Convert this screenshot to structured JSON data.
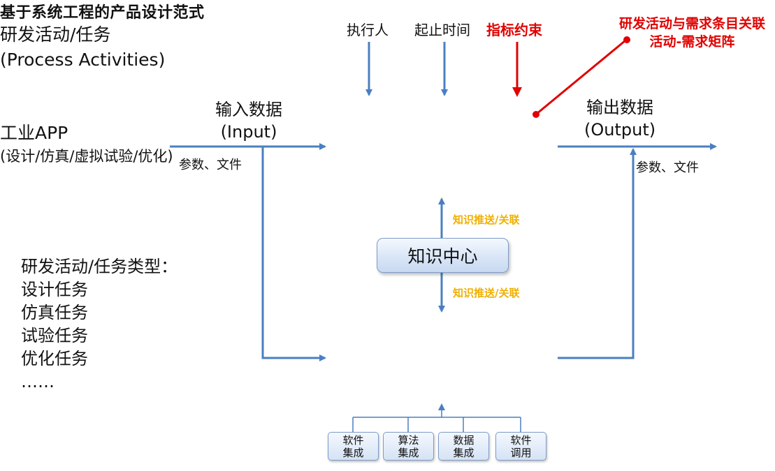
{
  "title": "基于系统工程的产品设计范式",
  "top_inputs": {
    "executor": "执行人",
    "time": "起止时间",
    "constraint": "指标约束"
  },
  "annotation": {
    "line1": "研发活动与需求条目关联",
    "line2": "活动-需求矩阵"
  },
  "input": {
    "label": "输入数据",
    "label_en": "(Input)",
    "sub": "参数、文件"
  },
  "output": {
    "label": "输出数据",
    "label_en": "(Output)",
    "sub": "参数、文件"
  },
  "process_box": {
    "line1": "研发活动/任务",
    "line2": "(Process Activities)"
  },
  "knowledge": {
    "center": "知识中心",
    "push_up": "知识推送/关联",
    "push_down": "知识推送/关联"
  },
  "app_box": {
    "line1": "工业APP",
    "line2": "(设计/仿真/虚拟试验/优化)"
  },
  "task_types": {
    "heading": "研发活动/任务类型：",
    "items": [
      "设计任务",
      "仿真任务",
      "试验任务",
      "优化任务",
      "……"
    ]
  },
  "modules": [
    {
      "line1": "软件",
      "line2": "集成"
    },
    {
      "line1": "算法",
      "line2": "集成"
    },
    {
      "line1": "数据",
      "line2": "集成"
    },
    {
      "line1": "软件",
      "line2": "调用"
    }
  ],
  "colors": {
    "flow_arrow": "#4a7fc1",
    "highlight": "#e00000",
    "push_text": "#f0b000",
    "box_blue": "#2f6ab3"
  }
}
